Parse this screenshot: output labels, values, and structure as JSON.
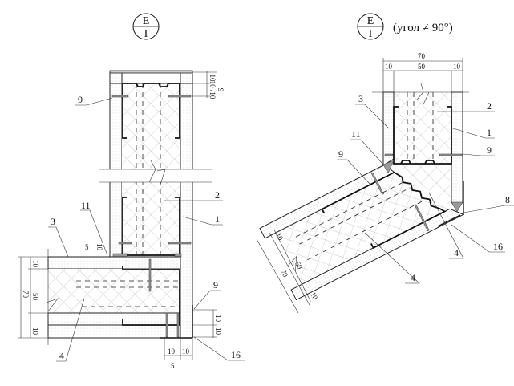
{
  "left_view": {
    "marker_top": "E",
    "marker_bottom": "I",
    "callouts": [
      "9",
      "2",
      "1",
      "11",
      "3",
      "9",
      "16",
      "4"
    ],
    "dims": {
      "top_10": "10",
      "top_10_10": "10 /10",
      "top_9": "9",
      "small_5": "5",
      "small_10": "10",
      "left_10_top": "10",
      "left_50": "50",
      "left_70": "70",
      "left_10_bottom": "10",
      "right_10_top": "10",
      "right_10_bottom": "10",
      "bottom_10_a": "10",
      "bottom_10_b": "10",
      "bottom_5": "5"
    }
  },
  "right_view": {
    "marker_top": "E",
    "marker_bottom": "I",
    "note": "(угол ≠ 90°)",
    "callouts": [
      "3",
      "2",
      "1",
      "11",
      "9",
      "9",
      "8",
      "16",
      "4",
      "4"
    ],
    "dims": {
      "top_70": "70",
      "top_10_left": "10",
      "top_50": "50",
      "top_10_right": "10",
      "diag_10_top": "10",
      "diag_50": "50",
      "diag_70": "70",
      "diag_10_bottom": "10"
    }
  }
}
